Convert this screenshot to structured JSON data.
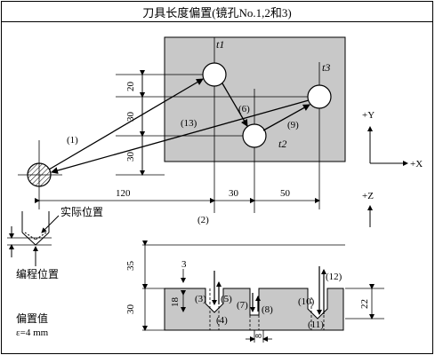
{
  "title": "刀具长度偏置(镜孔No.1,2和3)",
  "points": {
    "t1": "t1",
    "t2": "t2",
    "t3": "t3"
  },
  "moves": [
    "(1)",
    "(2)",
    "(3)",
    "(4)",
    "(5)",
    "(6)",
    "(7)",
    "(8)",
    "(9)",
    "(10)",
    "(11)",
    "(12)",
    "(13)"
  ],
  "dimensions": {
    "d20": "20",
    "d30": "30",
    "d30b": "30",
    "d120": "120",
    "d30h": "30",
    "d50": "50",
    "d35": "35",
    "d30c": "30",
    "d3": "3",
    "d18": "18",
    "d22": "22",
    "d8": "8"
  },
  "axes": {
    "plus_y": "+Y",
    "plus_x": "+X",
    "plus_z": "+Z"
  },
  "labels": {
    "actual_position": "实际位置",
    "program_position": "编程位置",
    "offset_value": "偏置值",
    "epsilon": "ε=4 mm"
  },
  "colors": {
    "workpiece": "#c8c8c8",
    "line": "#000000",
    "hole": "#ffffff"
  }
}
